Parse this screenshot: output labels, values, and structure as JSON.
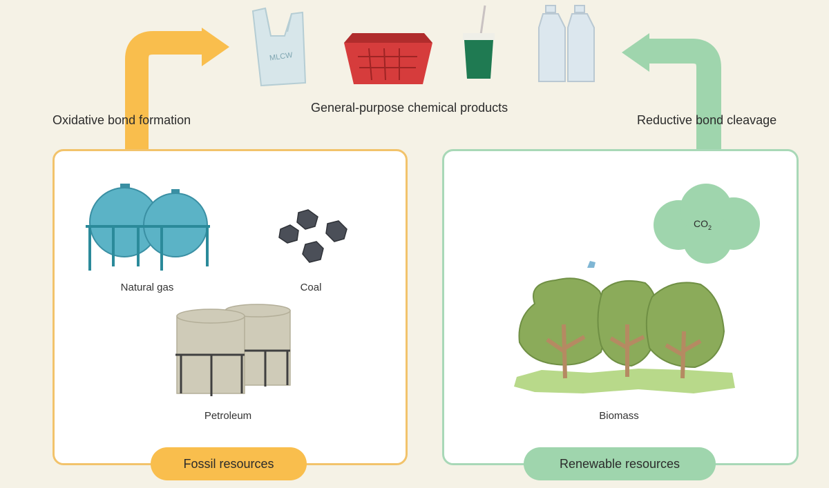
{
  "products": {
    "title": "General-purpose chemical products",
    "items": [
      "plastic-bag",
      "plastic-basket",
      "cup-with-straw",
      "plastic-bottles"
    ]
  },
  "flows": {
    "oxidative": "Oxidative bond formation",
    "reductive": "Reductive bond cleavage"
  },
  "fossil": {
    "title": "Fossil resources",
    "items": {
      "natural_gas": "Natural gas",
      "coal": "Coal",
      "petroleum": "Petroleum"
    }
  },
  "renewable": {
    "title": "Renewable resources",
    "co2_base": "CO",
    "co2_sub": "2",
    "biomass": "Biomass"
  },
  "colors": {
    "background": "#f5f2e6",
    "fossil_accent": "#f9be4d",
    "renewable_accent": "#9fd5ad"
  }
}
